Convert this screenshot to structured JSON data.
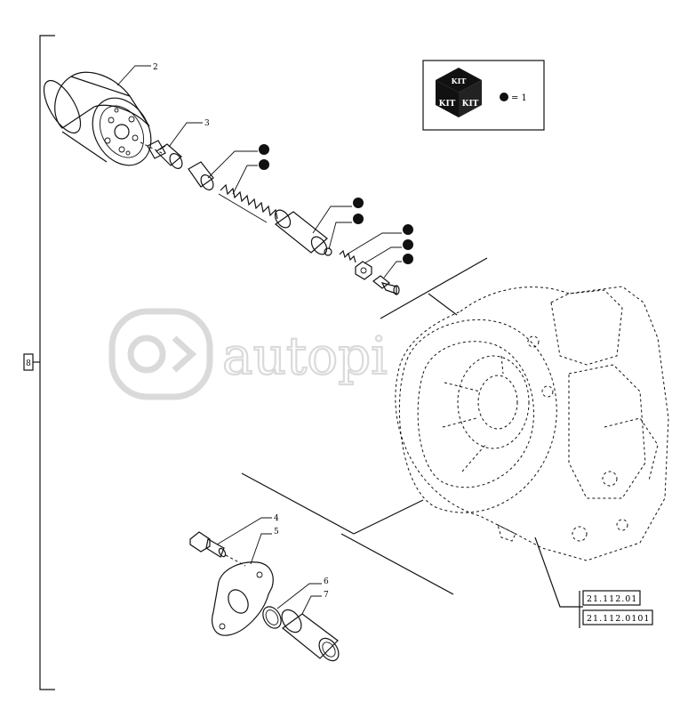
{
  "callouts": {
    "c2": "2",
    "c3": "3",
    "c4": "4",
    "c5": "5",
    "c6": "6",
    "c7": "7"
  },
  "bracket_label": "8",
  "kit_legend": {
    "box_text_top": "KIT",
    "box_text_left": "KIT",
    "box_text_right": "KIT",
    "equals_text": "= 1"
  },
  "references": {
    "ref_1": "21.112.01",
    "ref_2": "21.112.0101"
  },
  "watermark": "autopi",
  "colors": {
    "line": "#111111",
    "watermark": "#d7d7d7"
  }
}
